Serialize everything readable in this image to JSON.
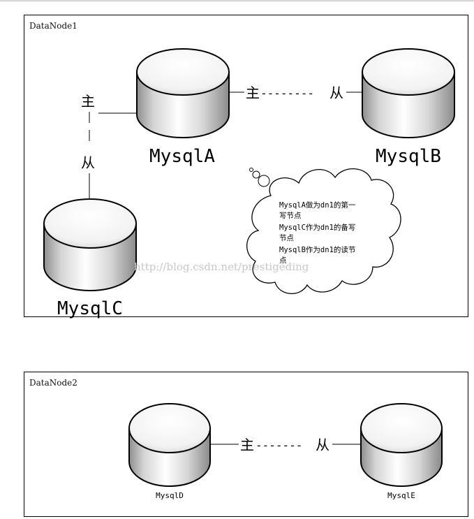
{
  "nodes": {
    "dn1": {
      "title": "DataNode1"
    },
    "dn2": {
      "title": "DataNode2"
    }
  },
  "databases": {
    "a": {
      "label": "MysqlA"
    },
    "b": {
      "label": "MysqlB"
    },
    "c": {
      "label": "MysqlC"
    },
    "d": {
      "label": "MysqlD"
    },
    "e": {
      "label": "MysqlE"
    }
  },
  "relations": {
    "a_b": {
      "master": "主",
      "dashes": "--------",
      "slave": "从"
    },
    "a_c": {
      "master": "主",
      "dash": "|",
      "slave": "从"
    },
    "d_e": {
      "master": "主",
      "dashes": "-------",
      "slave": "从"
    }
  },
  "cloud_note": {
    "lines": [
      "MysqlA做为dn1的第一",
      "写节点",
      "MysqlC作为dn1的备写",
      "节点",
      "MysqlB作为dn1的读节",
      "点"
    ]
  },
  "watermark": "http://blog.csdn.net/prestigeding"
}
